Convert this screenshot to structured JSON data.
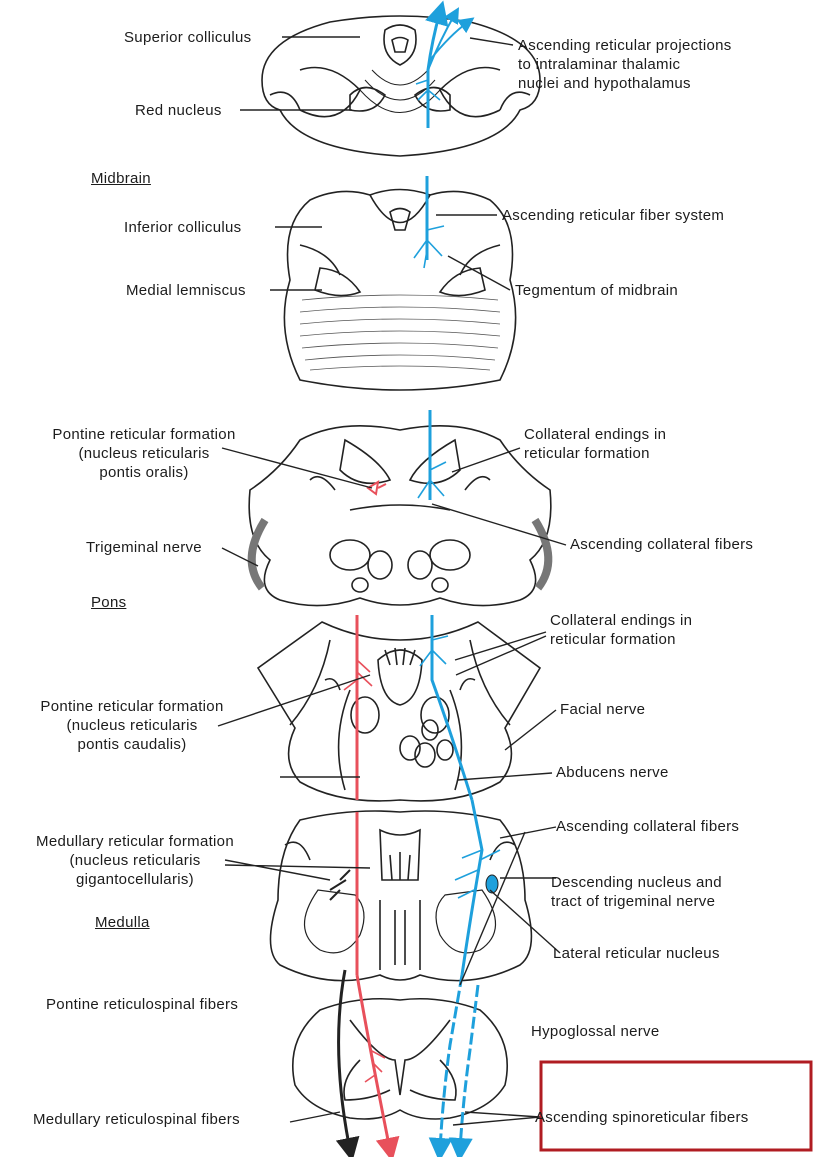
{
  "labels": {
    "superior_colliculus": "Superior colliculus",
    "red_nucleus": "Red nucleus",
    "asc_reticular_projections": "Ascending reticular projections\nto intralaminar thalamic\nnuclei and hypothalamus",
    "inferior_colliculus": "Inferior colliculus",
    "medial_lemniscus": "Medial lemniscus",
    "asc_reticular_fiber_system": "Ascending reticular fiber system",
    "tegmentum_midbrain": "Tegmentum of midbrain",
    "pontine_ret_oralis": "Pontine reticular formation\n(nucleus reticularis\npontis oralis)",
    "collateral_endings_1": "Collateral endings in\nreticular formation",
    "trigeminal_nerve": "Trigeminal nerve",
    "asc_collateral_fibers_1": "Ascending collateral fibers",
    "collateral_endings_2": "Collateral endings in\nreticular formation",
    "pontine_ret_caudalis": "Pontine reticular formation\n(nucleus reticularis\npontis caudalis)",
    "facial_nerve": "Facial nerve",
    "abducens_nerve": "Abducens nerve",
    "medullary_ret_formation": "Medullary reticular formation\n(nucleus reticularis\ngigantocellularis)",
    "asc_collateral_fibers_2": "Ascending collateral fibers",
    "desc_nucleus_trigeminal": "Descending nucleus and\ntract of trigeminal nerve",
    "lateral_reticular_nucleus": "Lateral reticular nucleus",
    "pontine_reticulospinal": "Pontine reticulospinal fibers",
    "hypoglossal_nerve": "Hypoglossal nerve",
    "medullary_reticulospinal": "Medullary reticulospinal fibers",
    "asc_spinoreticular": "Ascending spinoreticular fibers"
  },
  "sections": {
    "midbrain": "Midbrain",
    "pons": "Pons",
    "medulla": "Medulla"
  },
  "colors": {
    "ascending": "#1ea0dc",
    "descending": "#e8505b",
    "outline": "#222222",
    "highlight": "#b01c22"
  }
}
